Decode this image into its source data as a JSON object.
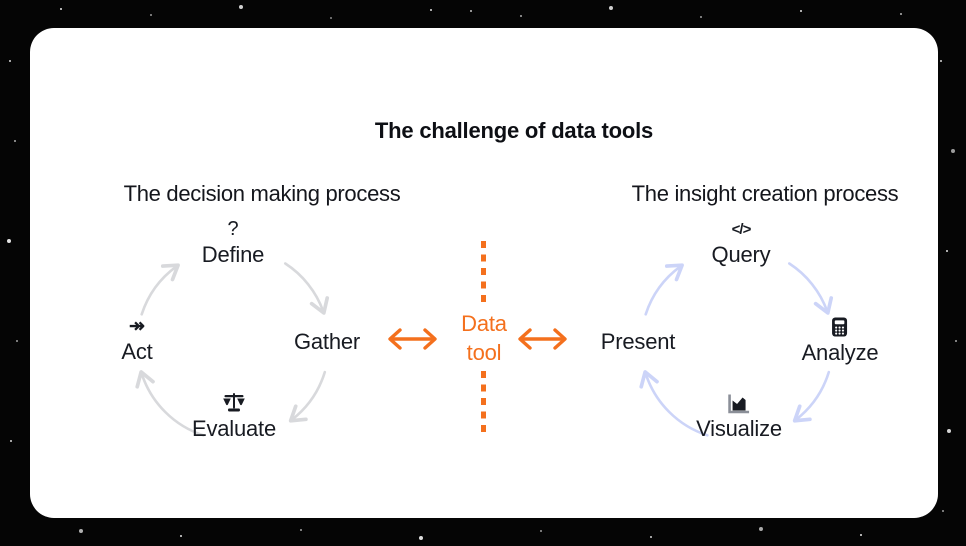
{
  "title": "The challenge of data tools",
  "left_process": {
    "heading": "The decision making process",
    "steps": [
      {
        "label": "Define",
        "icon": "question-mark-icon",
        "glyph": "?"
      },
      {
        "label": "Gather",
        "icon": "none",
        "glyph": ""
      },
      {
        "label": "Evaluate",
        "icon": "balance-scale-icon",
        "glyph": ""
      },
      {
        "label": "Act",
        "icon": "two-headed-arrow-icon",
        "glyph": "↠"
      }
    ],
    "cycle_direction": "clockwise",
    "arrow_color": "#d8d9dc"
  },
  "right_process": {
    "heading": "The insight creation process",
    "steps": [
      {
        "label": "Query",
        "icon": "code-icon",
        "glyph": "</>"
      },
      {
        "label": "Analyze",
        "icon": "calculator-icon",
        "glyph": ""
      },
      {
        "label": "Visualize",
        "icon": "area-chart-icon",
        "glyph": ""
      },
      {
        "label": "Present",
        "icon": "none",
        "glyph": ""
      }
    ],
    "cycle_direction": "clockwise",
    "arrow_color": "#ccd4f8"
  },
  "center": {
    "line1": "Data",
    "line2": "tool",
    "accent_color": "#f4701d"
  },
  "colors": {
    "card_background": "#ffffff",
    "page_background": "#050505",
    "text": "#181b22"
  }
}
